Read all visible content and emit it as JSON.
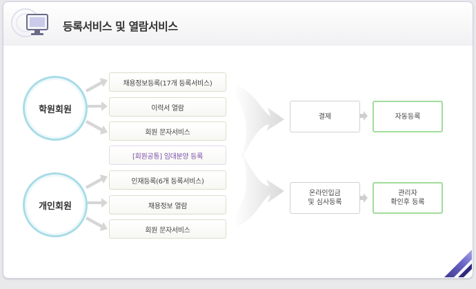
{
  "header": {
    "title": "등록서비스 및 열람서비스",
    "icon": "monitor-icon"
  },
  "members": {
    "academy": "학원회원",
    "individual": "개인회원"
  },
  "academy_services": [
    "채용정보등록(17개 등록서비스)",
    "이력서 열람",
    "회원 문자서비스"
  ],
  "common_service": "[회원공통] 임대분양 등록",
  "individual_services": [
    "인재등록(6개 등록서비스)",
    "채용정보 열람",
    "회원 문자서비스"
  ],
  "flows": {
    "payment": "결제",
    "auto_register": "자동등록",
    "online_deposit": "온라인입금\n및 심사등록",
    "admin_register": "관리자\n확인후 등록"
  },
  "colors": {
    "circle_border": "#a8dce7",
    "result_border": "#9fdc9a",
    "common_text": "#7a4ea8",
    "arrow": "#dcdcdc"
  }
}
